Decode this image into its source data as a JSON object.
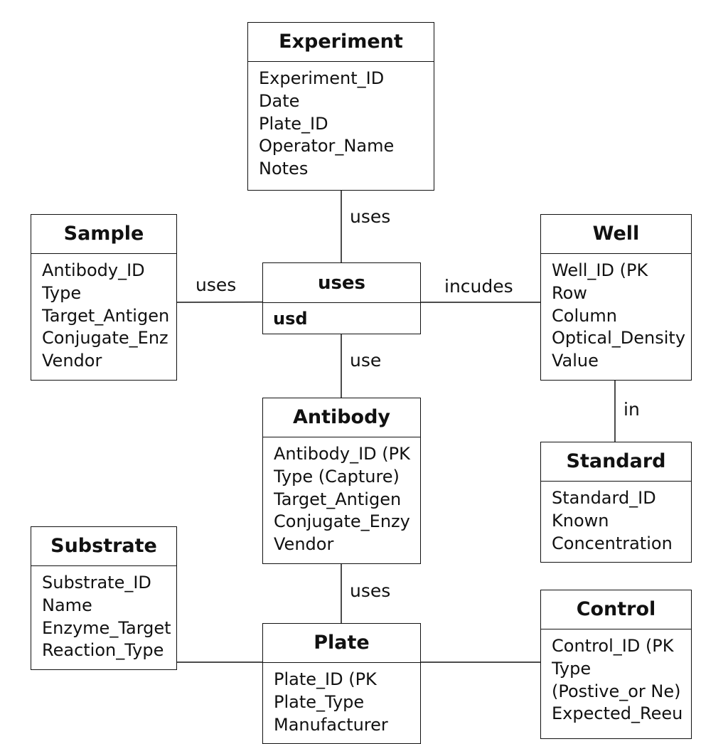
{
  "entities": {
    "experiment": {
      "title": "Experiment",
      "attributes": [
        "Experiment_ID",
        "Date",
        "Plate_ID",
        "Operator_Name",
        "Notes"
      ]
    },
    "sample": {
      "title": "Sample",
      "attributes": [
        "Antibody_ID",
        "Type",
        "Target_Antigen",
        "Conjugate_Enz",
        "Vendor"
      ]
    },
    "well": {
      "title": "Well",
      "attributes": [
        "Well_ID (PK",
        "Row",
        "Column",
        "Optical_Density",
        "Value"
      ]
    },
    "antibody": {
      "title": "Antibody",
      "attributes": [
        "Antibody_ID (PK",
        "Type (Capture)",
        "Target_Antigen",
        "Conjugate_Enzy",
        "Vendor"
      ]
    },
    "standard": {
      "title": "Standard",
      "attributes": [
        "Standard_ID",
        "Known",
        "Concentration"
      ]
    },
    "substrate": {
      "title": "Substrate",
      "attributes": [
        "Substrate_ID",
        "Name",
        "Enzyme_Target",
        "Reaction_Type"
      ]
    },
    "plate": {
      "title": "Plate",
      "attributes": [
        "Plate_ID (PK",
        "Plate_Type",
        "Manufacturer"
      ]
    },
    "control": {
      "title": "Control",
      "attributes": [
        "Control_ID (PK",
        "Type",
        "(Postive_or Ne)",
        "Expected_Reeu"
      ]
    }
  },
  "central_box": {
    "title": "uses",
    "subtext": "usd"
  },
  "relationships": {
    "experiment_uses": "uses",
    "sample_uses": "uses",
    "well_includes": "incudes",
    "antibody_use": "use",
    "well_standard_in": "in",
    "antibody_plate_uses": "uses"
  }
}
